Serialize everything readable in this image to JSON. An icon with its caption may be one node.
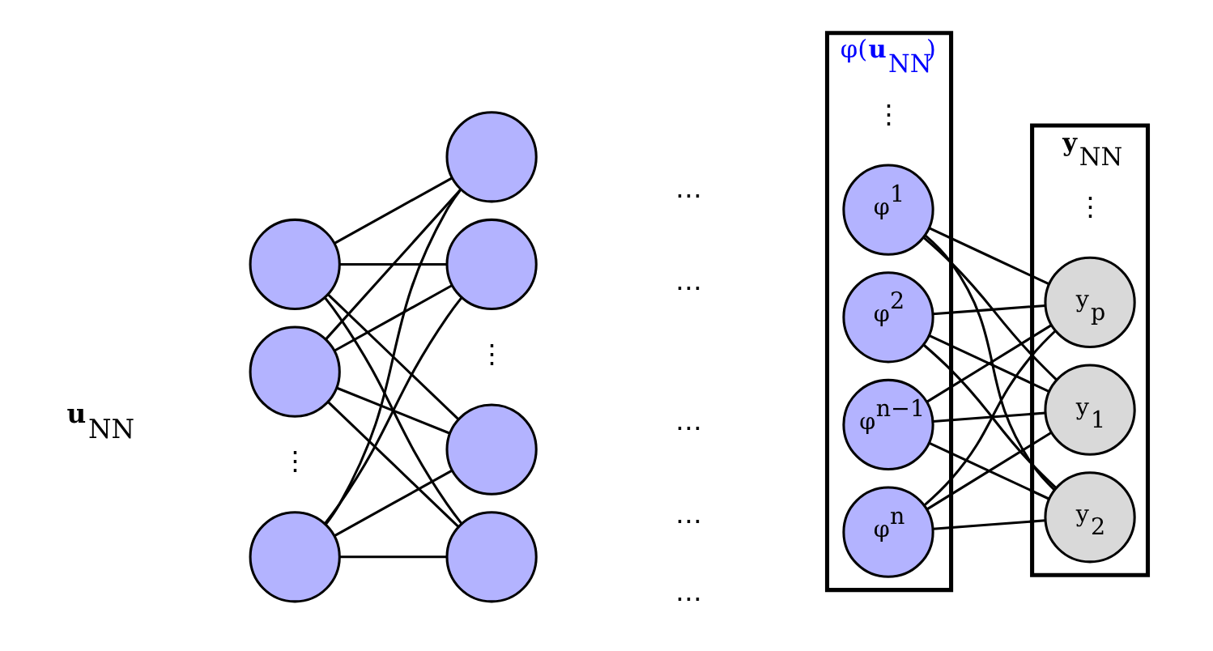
{
  "diagram": {
    "nodes": [
      {
        "text": [],
        "shape": "circle"
      },
      {
        "text": [],
        "shape": "circle"
      },
      {
        "text": [],
        "shape": "circle"
      },
      {
        "text": [],
        "shape": "circle"
      },
      {
        "text": [],
        "shape": "circle"
      },
      {
        "text": [],
        "shape": "circle"
      },
      {
        "text": [],
        "shape": "circle"
      },
      {
        "text": [
          "φ(**u**$_{NN}$)"
        ]
      },
      {
        "text": [
          "φ$^{1}$"
        ],
        "in": 7
      },
      {
        "text": [
          "φ$^{2}$"
        ],
        "in": 7
      },
      {
        "text": [
          "φ$^{n−1}$"
        ],
        "in": 7
      },
      {
        "text": [
          "φ$^{n}$"
        ],
        "in": 7
      },
      {
        "text": [
          "**y**$_{NN}$"
        ]
      },
      {
        "text": [
          "y$_{1}$"
        ],
        "in": 12
      },
      {
        "text": [
          "y$_{2}$"
        ],
        "in": 12
      },
      {
        "text": [
          "y$_{p}$"
        ],
        "in": 12
      }
    ],
    "edges": [
      {
        "from": 0,
        "to": 3,
        "arrow": "none"
      },
      {
        "from": 0,
        "to": 4,
        "arrow": "none"
      },
      {
        "from": 0,
        "to": 5,
        "arrow": "none"
      },
      {
        "from": 0,
        "to": 6,
        "arrow": "none"
      },
      {
        "from": 1,
        "to": 3,
        "arrow": "none"
      },
      {
        "from": 1,
        "to": 4,
        "arrow": "none"
      },
      {
        "from": 1,
        "to": 5,
        "arrow": "none"
      },
      {
        "from": 1,
        "to": 6,
        "arrow": "none"
      },
      {
        "from": 2,
        "to": 3,
        "arrow": "none"
      },
      {
        "from": 2,
        "to": 4,
        "arrow": "none"
      },
      {
        "from": 2,
        "to": 5,
        "arrow": "none"
      },
      {
        "from": 2,
        "to": 6,
        "arrow": "none"
      },
      {
        "from": 8,
        "to": 13,
        "arrow": "none"
      },
      {
        "from": 8,
        "to": 14,
        "arrow": "none"
      },
      {
        "from": 8,
        "to": 15,
        "arrow": "none"
      },
      {
        "from": 9,
        "to": 13,
        "arrow": "none"
      },
      {
        "from": 9,
        "to": 14,
        "arrow": "none"
      },
      {
        "from": 9,
        "to": 15,
        "arrow": "none"
      },
      {
        "from": 10,
        "to": 13,
        "arrow": "none"
      },
      {
        "from": 10,
        "to": 14,
        "arrow": "none"
      },
      {
        "from": 10,
        "to": 15,
        "arrow": "none"
      },
      {
        "from": 11,
        "to": 13,
        "arrow": "none"
      },
      {
        "from": 11,
        "to": 14,
        "arrow": "none"
      },
      {
        "from": 11,
        "to": 15,
        "arrow": "none"
      }
    ],
    "labels": [
      "**u**$_{NN}$",
      "⋮",
      "⋮",
      "⋮",
      "⋮",
      "⋯",
      "⋯",
      "⋯",
      "⋯",
      "⋯"
    ]
  }
}
